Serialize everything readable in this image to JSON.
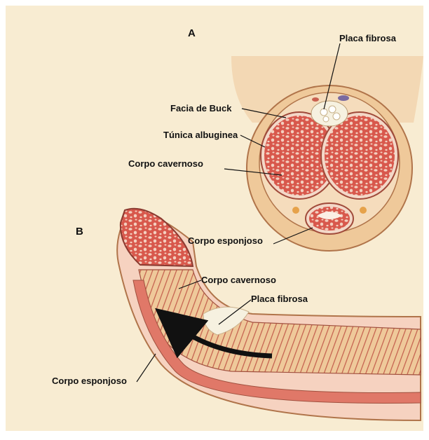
{
  "panels": {
    "a": "A",
    "b": "B"
  },
  "labels": {
    "placa_fibrosa_a": "Placa fibrosa",
    "facia_de_buck": "Facia de Buck",
    "tunica_albuginea": "Túnica albuginea",
    "corpo_cavernoso_a": "Corpo cavernoso",
    "corpo_esponjoso_a": "Corpo esponjoso",
    "corpo_cavernoso_b": "Corpo cavernoso",
    "placa_fibrosa_b": "Placa fibrosa",
    "corpo_esponjoso_b": "Corpo esponjoso"
  },
  "colors": {
    "background": "#f8ecd2",
    "skin": "#efc99a",
    "skin_edge": "#b0744a",
    "tissue": "#d8584c",
    "tissue_light": "#f3cfbf",
    "fibrous_plaque": "#f6f1e0",
    "arrow": "#111111"
  }
}
